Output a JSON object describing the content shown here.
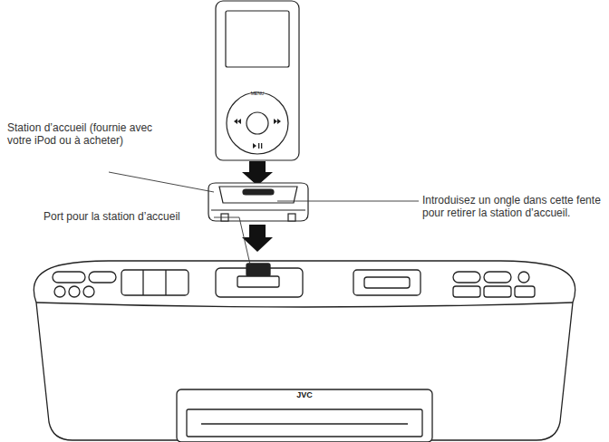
{
  "diagram": {
    "labels": [
      "Station d’accueil (fournie avec votre iPod ou à acheter)",
      "Port pour la station d’accueil",
      "Introduisez un ongle dans cette fente pour retirer la station d’accueil.",
      "MENU",
      "JVC"
    ]
  }
}
